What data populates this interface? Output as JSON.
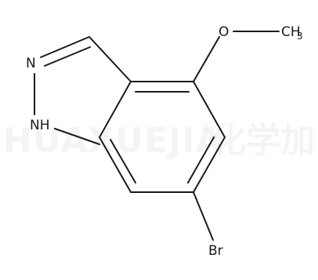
{
  "watermark": {
    "latin": "HUAXUEJIA",
    "registered": "®",
    "chinese": "化学加"
  },
  "atoms": {
    "n_imine": "N",
    "n_amine": "NH",
    "oxygen": "O",
    "methyl_c": "CH",
    "methyl_sub": "3",
    "bromine": "Br"
  }
}
